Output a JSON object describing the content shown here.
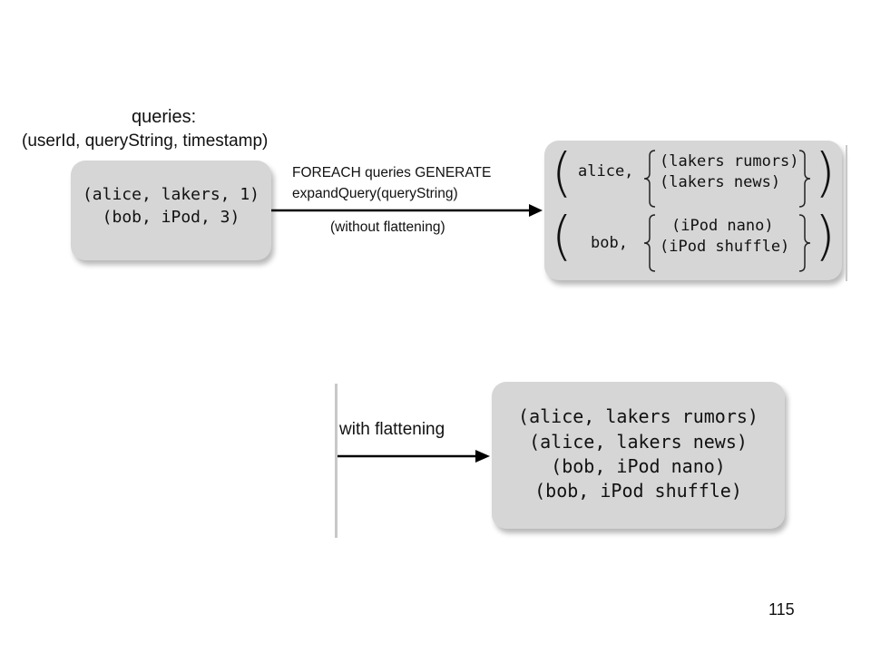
{
  "header": {
    "title": "queries:",
    "schema": "(userId, queryString, timestamp)"
  },
  "input_tuples": [
    "(alice, lakers, 1)",
    "(bob, iPod, 3)"
  ],
  "generate_statement": {
    "line1": "FOREACH queries GENERATE",
    "line2": "expandQuery(queryString)"
  },
  "without_flattening_label": "(without flattening)",
  "nested_output": [
    {
      "user": "alice,",
      "bag": [
        "(lakers rumors)",
        "(lakers news)"
      ]
    },
    {
      "user": "bob,",
      "bag": [
        "(iPod nano)",
        "(iPod shuffle)"
      ]
    }
  ],
  "with_flattening_label": "with flattening",
  "flattened_output": [
    "(alice, lakers rumors)",
    "(alice, lakers news)",
    "(bob, iPod nano)",
    "(bob, iPod shuffle)"
  ],
  "page_number": "115"
}
